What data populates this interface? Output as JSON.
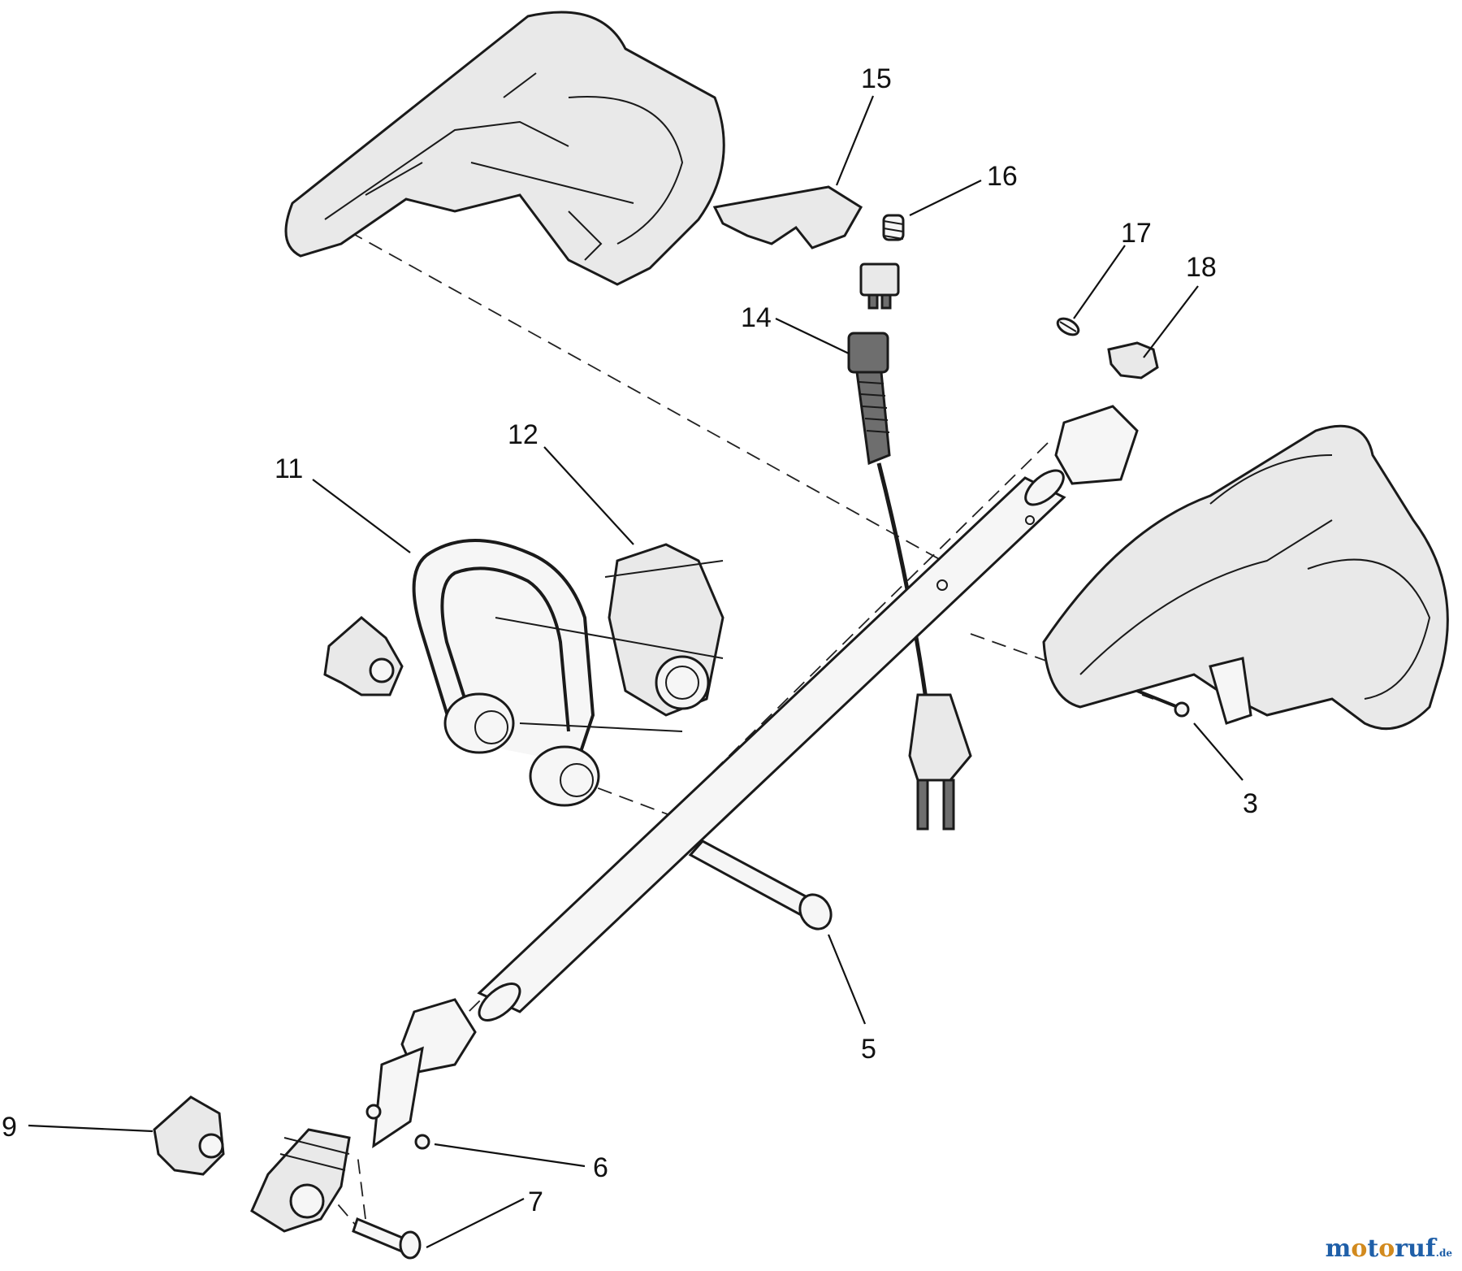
{
  "callouts": [
    "15",
    "16",
    "17",
    "18",
    "14",
    "12",
    "11",
    "3",
    "5",
    "9",
    "6",
    "7"
  ],
  "watermark": {
    "text_main": "motoruf",
    "text_suffix": ".de",
    "color_primary": "#1f5fa8",
    "color_accent": "#d28a1e"
  }
}
